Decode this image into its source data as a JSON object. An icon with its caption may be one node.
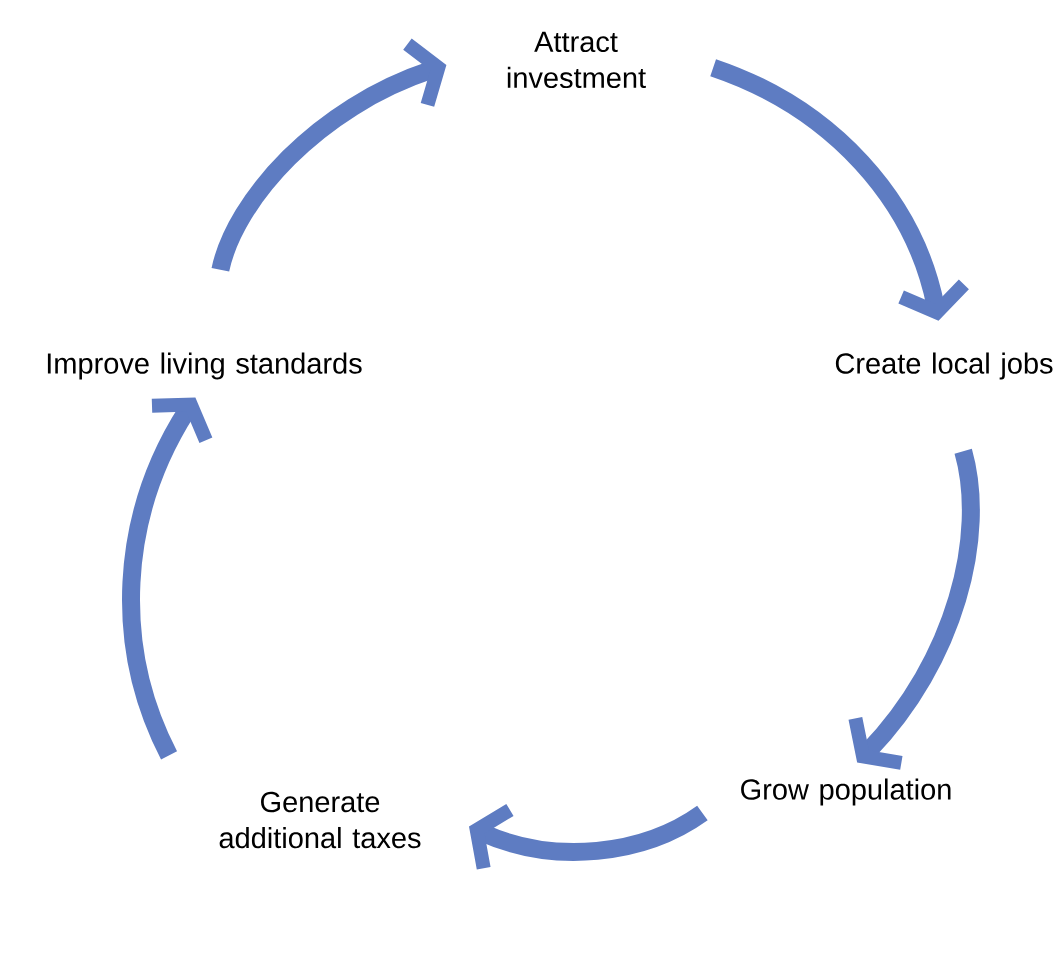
{
  "diagram": {
    "nodes": [
      {
        "text": [
          "Attract investment"
        ]
      },
      {
        "text": [
          "Create local jobs"
        ]
      },
      {
        "text": [
          "Grow population"
        ]
      },
      {
        "text": [
          "Generate additional taxes"
        ]
      },
      {
        "text": [
          "Improve living standards"
        ]
      }
    ],
    "edges": [
      {
        "from": 0,
        "to": 1,
        "arrow": "to"
      },
      {
        "from": 1,
        "to": 2,
        "arrow": "to"
      },
      {
        "from": 2,
        "to": 3,
        "arrow": "to"
      },
      {
        "from": 3,
        "to": 4,
        "arrow": "to"
      },
      {
        "from": 4,
        "to": 0,
        "arrow": "to"
      }
    ]
  }
}
